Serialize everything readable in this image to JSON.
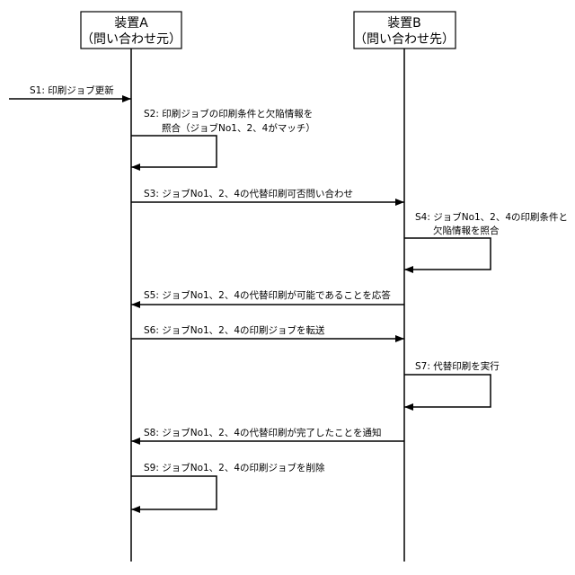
{
  "actors": [
    {
      "name": "装置A",
      "role": "（問い合わせ元）"
    },
    {
      "name": "装置B",
      "role": "（問い合わせ先）"
    }
  ],
  "steps": [
    {
      "id": "S1",
      "label": "S1: 印刷ジョブ更新",
      "lines": [],
      "from": "external",
      "to": "A"
    },
    {
      "id": "S2",
      "label": "S2: 印刷ジョブの印刷条件と欠陥情報を",
      "lines": [
        "照合（ジョブNo1、2、4がマッチ）"
      ],
      "from": "A",
      "to": "A"
    },
    {
      "id": "S3",
      "label": "S3: ジョブNo1、2、4の代替印刷可否問い合わせ",
      "lines": [],
      "from": "A",
      "to": "B"
    },
    {
      "id": "S4",
      "label": "S4: ジョブNo1、2、4の印刷条件と",
      "lines": [
        "欠陥情報を照合"
      ],
      "from": "B",
      "to": "B"
    },
    {
      "id": "S5",
      "label": "S5: ジョブNo1、2、4の代替印刷が可能であることを応答",
      "lines": [],
      "from": "B",
      "to": "A"
    },
    {
      "id": "S6",
      "label": "S6: ジョブNo1、2、4の印刷ジョブを転送",
      "lines": [],
      "from": "A",
      "to": "B"
    },
    {
      "id": "S7",
      "label": "S7: 代替印刷を実行",
      "lines": [],
      "from": "B",
      "to": "B"
    },
    {
      "id": "S8",
      "label": "S8: ジョブNo1、2、4の代替印刷が完了したことを通知",
      "lines": [],
      "from": "B",
      "to": "A"
    },
    {
      "id": "S9",
      "label": "S9: ジョブNo1、2、4の印刷ジョブを削除",
      "lines": [],
      "from": "A",
      "to": "A"
    }
  ]
}
